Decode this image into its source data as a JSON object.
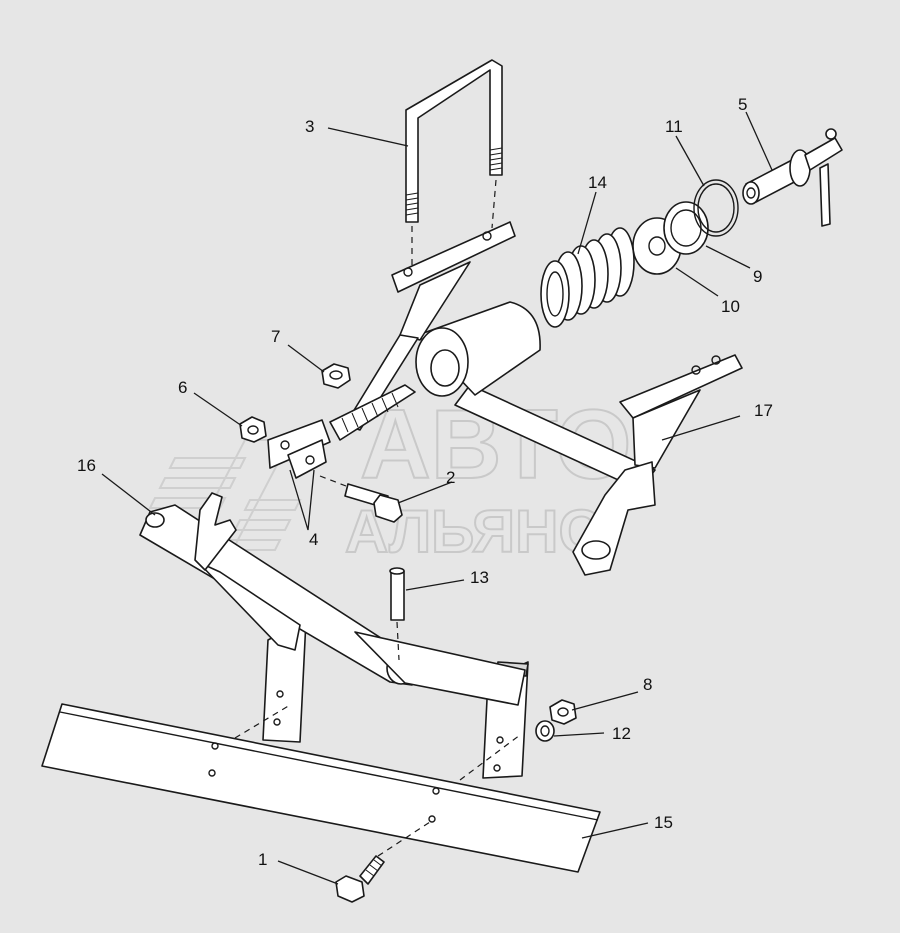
{
  "watermark": {
    "line1": "АВТО",
    "line2": "АЛЬЯНС"
  },
  "callouts": {
    "c1": "1",
    "c2": "2",
    "c3": "3",
    "c4": "4",
    "c5": "5",
    "c6": "6",
    "c7": "7",
    "c8": "8",
    "c9": "9",
    "c10": "10",
    "c11": "11",
    "c12": "12",
    "c13": "13",
    "c14": "14",
    "c15": "15",
    "c16": "16",
    "c17": "17"
  }
}
